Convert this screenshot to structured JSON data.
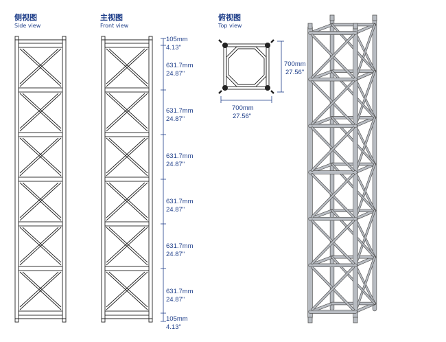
{
  "views": {
    "side": {
      "title_cn": "侧视图",
      "title_en": "Side view"
    },
    "front": {
      "title_cn": "主视图",
      "title_en": "Front view"
    },
    "top": {
      "title_cn": "俯视图",
      "title_en": "Top view"
    }
  },
  "dimensions": {
    "end_mm": "105mm",
    "end_in": "4.13\"",
    "section_mm": "631.7mm",
    "section_in": "24.87\"",
    "width_mm": "700mm",
    "width_in": "27.56\""
  },
  "section_count": 6,
  "colors": {
    "accent": "#1f3f8a",
    "line": "#222222",
    "metal": "#b8bcc2"
  }
}
